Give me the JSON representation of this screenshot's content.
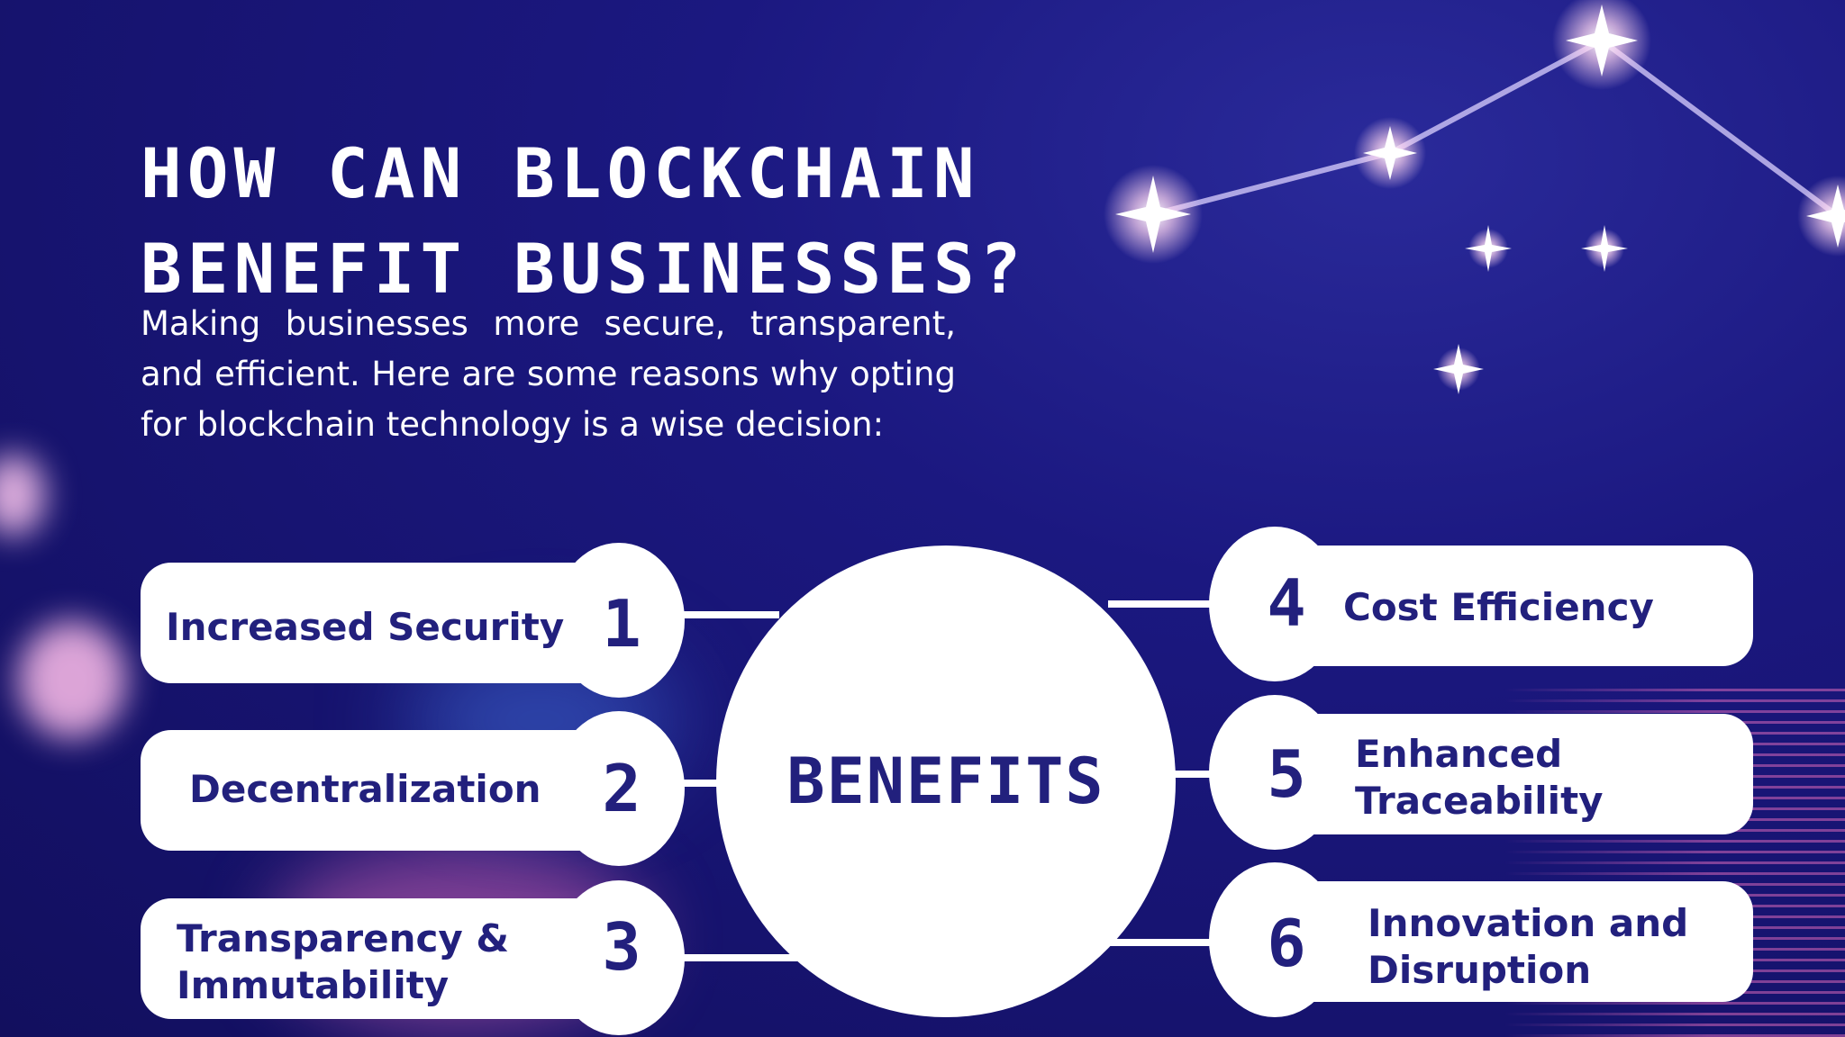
{
  "title_lines": [
    "How can Blockchain",
    "Benefit Businesses?"
  ],
  "intro": "Making businesses more secure, transparent, and efficient. Here are some reasons why opting for blockchain technology is a wise decision:",
  "hub_label": "BENEFITS",
  "benefits": [
    {
      "number": "1",
      "label": "Increased Security"
    },
    {
      "number": "2",
      "label": "Decentralization"
    },
    {
      "number": "3",
      "label": "Transparency & Immutability"
    },
    {
      "number": "4",
      "label": "Cost Efficiency"
    },
    {
      "number": "5",
      "label": "Enhanced Traceability"
    },
    {
      "number": "6",
      "label": "Innovation and Disruption"
    }
  ],
  "colors": {
    "background": "#1b1880",
    "accent_navy": "#22207d",
    "card": "#ffffff",
    "glow_pink": "#ff9ad6"
  },
  "icons": [
    "star-icon",
    "constellation-line"
  ]
}
